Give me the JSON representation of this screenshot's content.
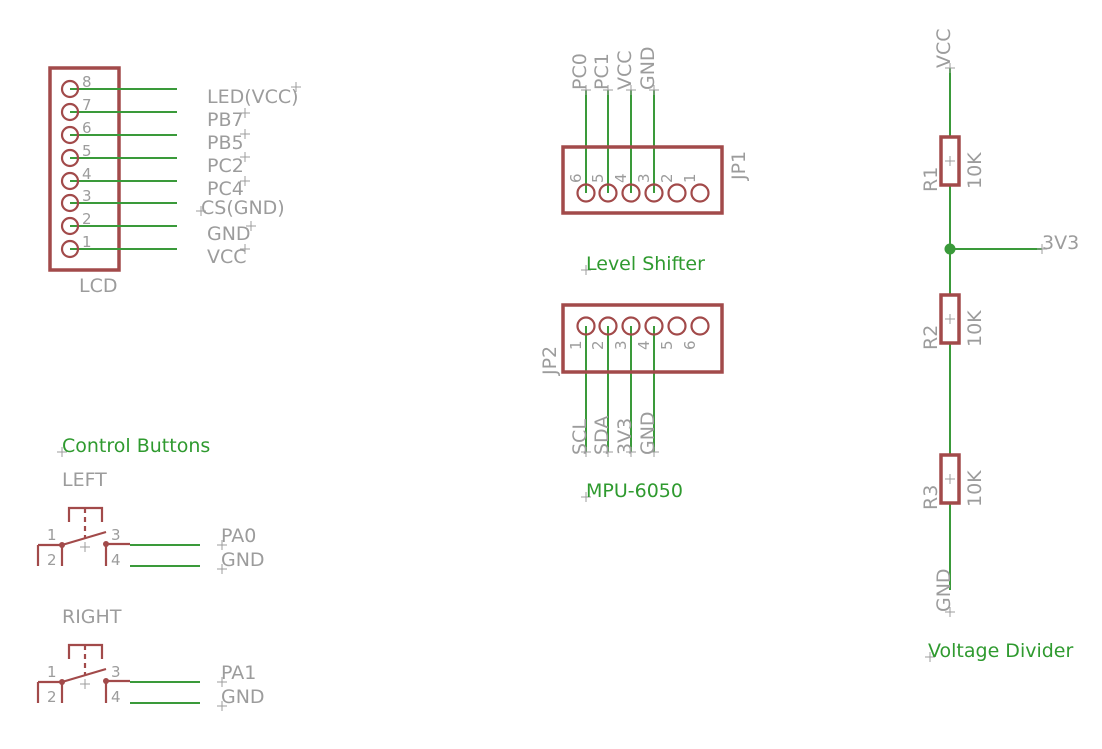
{
  "lcd": {
    "name": "LCD",
    "pins": [
      "8",
      "7",
      "6",
      "5",
      "4",
      "3",
      "2",
      "1"
    ],
    "nets": [
      "LED(VCC)",
      "PB7",
      "PB5",
      "PC2",
      "PC4",
      "CS(GND)",
      "GND",
      "VCC"
    ]
  },
  "jp1": {
    "name": "JP1",
    "pins": [
      "6",
      "5",
      "4",
      "3",
      "2",
      "1"
    ],
    "nets": [
      "PC0",
      "PC1",
      "VCC",
      "GND"
    ],
    "title": "Level Shifter"
  },
  "jp2": {
    "name": "JP2",
    "pins": [
      "1",
      "2",
      "3",
      "4",
      "5",
      "6"
    ],
    "nets": [
      "SCL",
      "SDA",
      "3V3",
      "GND"
    ],
    "title": "MPU-6050"
  },
  "buttons": {
    "title": "Control Buttons",
    "pin_labels": [
      "1",
      "2",
      "3",
      "4"
    ],
    "left": {
      "name": "LEFT",
      "nets": [
        "PA0",
        "GND"
      ]
    },
    "right": {
      "name": "RIGHT",
      "nets": [
        "PA1",
        "GND"
      ]
    }
  },
  "divider": {
    "title": "Voltage Divider",
    "top_net": "VCC",
    "mid_net": "3V3",
    "bottom_net": "GND",
    "resistors": [
      {
        "name": "R1",
        "value": "10K"
      },
      {
        "name": "R2",
        "value": "10K"
      },
      {
        "name": "R3",
        "value": "10K"
      }
    ]
  }
}
